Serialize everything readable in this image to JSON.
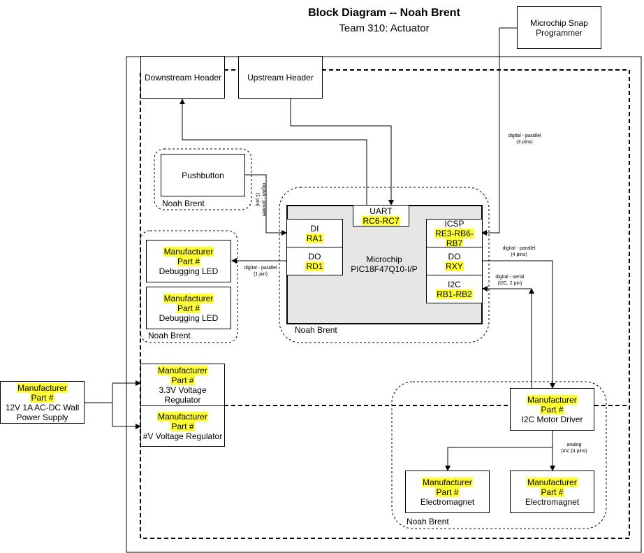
{
  "title": "Block Diagram -- Noah Brent",
  "subtitle": "Team 310: Actuator",
  "colors": {
    "highlight": "#ffff33",
    "mcu_fill": "#e6e6e6"
  },
  "blocks": {
    "snap": "Microchip Snap Programmer",
    "downstream": "Downstream Header",
    "upstream": "Upstream Header",
    "pushbutton": "Pushbutton",
    "led1": {
      "mfr": "Manufacturer",
      "part": "Part #",
      "name": "Debugging LED"
    },
    "led2": {
      "mfr": "Manufacturer",
      "part": "Part #",
      "name": "Debugging LED"
    },
    "wall_supply": {
      "mfr": "Manufacturer",
      "part": "Part #",
      "name": "12V 1A AC-DC Wall Power Supply"
    },
    "reg33": {
      "mfr": "Manufacturer",
      "part": "Part #",
      "name": "3.3V Voltage Regulator"
    },
    "regv": {
      "mfr": "Manufacturer",
      "part": "Part #",
      "name": "#V Voltage Regulator"
    },
    "motor_driver": {
      "mfr": "Manufacturer",
      "part": "Part #",
      "name": "I2C Motor Driver"
    },
    "magnet1": {
      "mfr": "Manufacturer",
      "part": "Part #",
      "name": "Electromagnet"
    },
    "magnet2": {
      "mfr": "Manufacturer",
      "part": "Part #",
      "name": "Electromagnet"
    }
  },
  "mcu": {
    "name_line1": "Microchip",
    "name_line2": "PIC18F47Q10-I/P",
    "pins": {
      "uart": {
        "label": "UART",
        "pin": "RC6-RC7"
      },
      "di": {
        "label": "DI",
        "pin": "RA1"
      },
      "do_left": {
        "label": "DO",
        "pin": "RD1"
      },
      "icsp": {
        "label": "ICSP",
        "pin_a": "RE3-RB6-",
        "pin_b": "RB7"
      },
      "do_right": {
        "label": "DO",
        "pin": "RXY"
      },
      "i2c": {
        "label": "I2C",
        "pin": "RB1-RB2"
      }
    }
  },
  "groups": {
    "pushbutton_group": "Noah Brent",
    "led_group": "Noah Brent",
    "mcu_group": "Noah Brent",
    "driver_group": "Noah Brent"
  },
  "connections": {
    "snap_icsp": {
      "l1": "digital - parallel",
      "l2": "(3 pins)"
    },
    "button_di": {
      "l1": "digital - parallel",
      "l2": "(1 pin)"
    },
    "rd1_led": {
      "l1": "digital - parallel",
      "l2": "(1 pin)"
    },
    "rxy_driver": {
      "l1": "digital - parallel",
      "l2": "(4 pins)"
    },
    "i2c_driver": {
      "l1": "digital - serial",
      "l2": "(I2C, 2 pin)"
    },
    "driver_magnets": {
      "l1": "analog",
      "l2": "(#V, (4 pins)"
    }
  }
}
